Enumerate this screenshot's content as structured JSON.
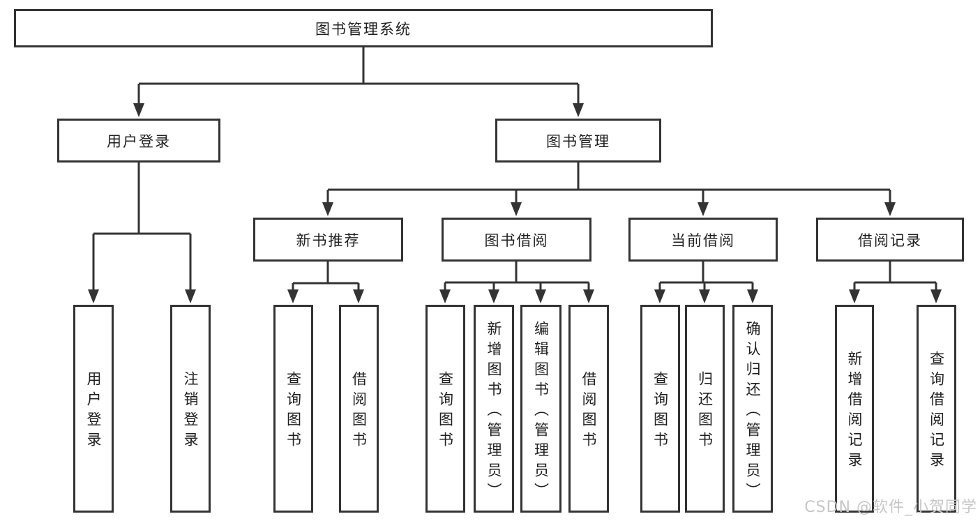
{
  "title": "图书管理系统",
  "user_login": {
    "label": "用户登录",
    "children": [
      "用户登录",
      "注销登录"
    ]
  },
  "book_mgmt": {
    "label": "图书管理",
    "groups": [
      {
        "label": "新书推荐",
        "children": [
          "查询图书",
          "借阅图书"
        ]
      },
      {
        "label": "图书借阅",
        "children": [
          "查询图书",
          "新增图书（管理员）",
          "编辑图书（管理员）",
          "借阅图书"
        ]
      },
      {
        "label": "当前借阅",
        "children": [
          "查询图书",
          "归还图书",
          "确认归还（管理员）"
        ]
      },
      {
        "label": "借阅记录",
        "children": [
          "新增借阅记录",
          "查询借阅记录"
        ]
      }
    ]
  },
  "watermark": "CSDN @软件_小贺同学",
  "colors": {
    "line": "#333333",
    "border": "#333333",
    "text": "#1f1f1f",
    "background": "#ffffff",
    "watermark": "#c6c6c6"
  }
}
